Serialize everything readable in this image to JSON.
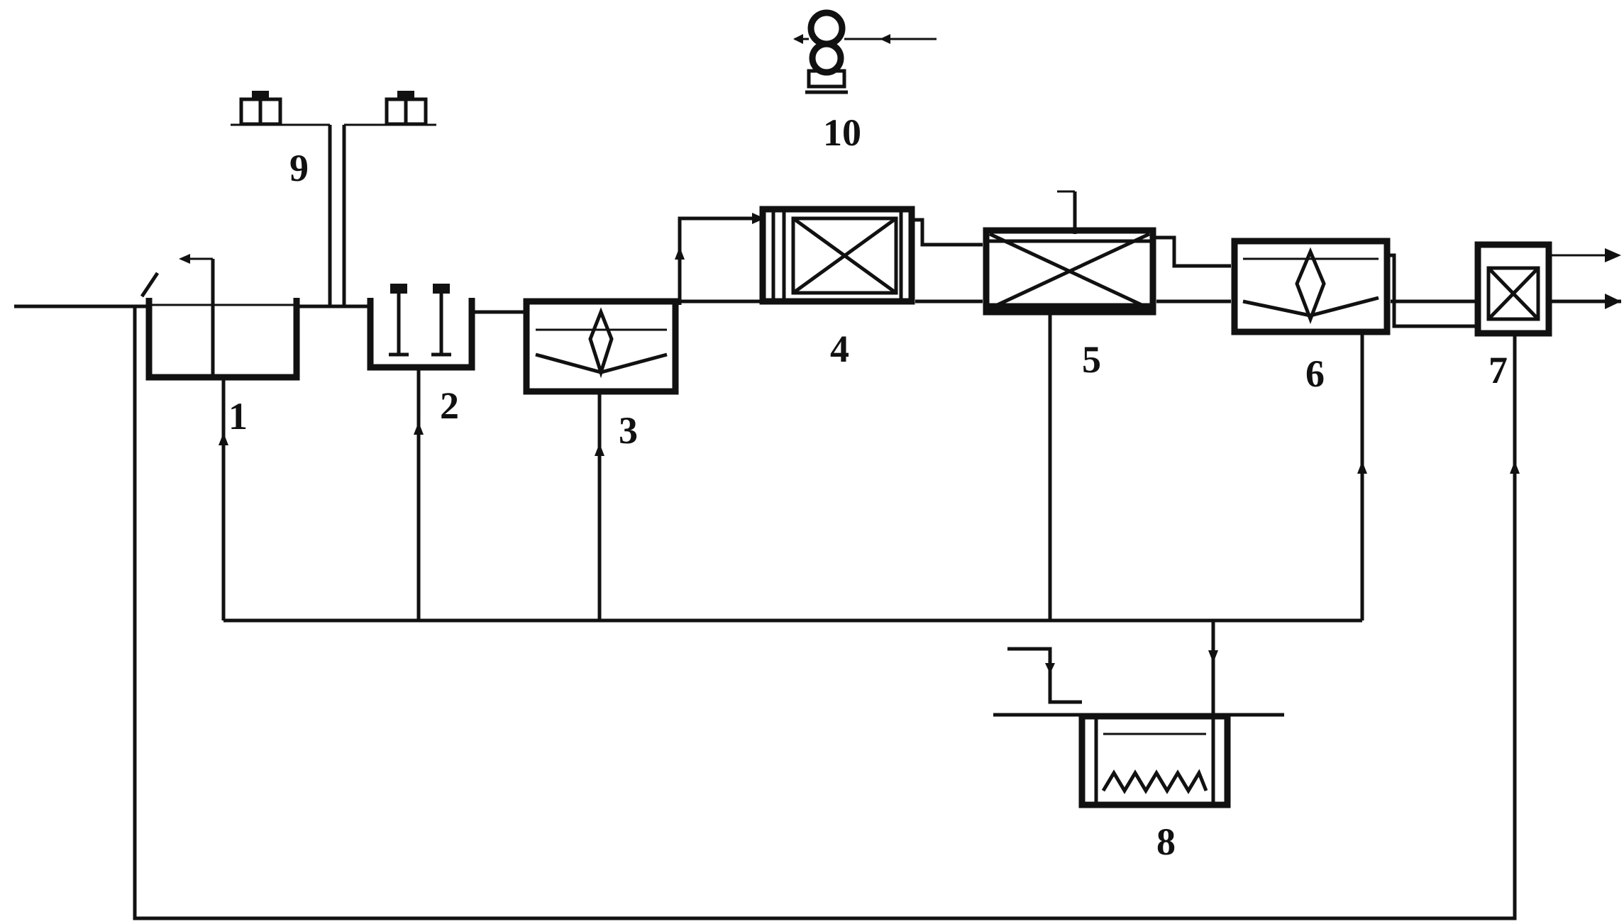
{
  "labels": {
    "u1": "1",
    "u2": "2",
    "u3": "3",
    "u4": "4",
    "u5": "5",
    "u6": "6",
    "u7": "7",
    "u8": "8",
    "u9": "9",
    "u10": "10"
  },
  "colors": {
    "ink": "#111111",
    "background": "#ffffff"
  }
}
